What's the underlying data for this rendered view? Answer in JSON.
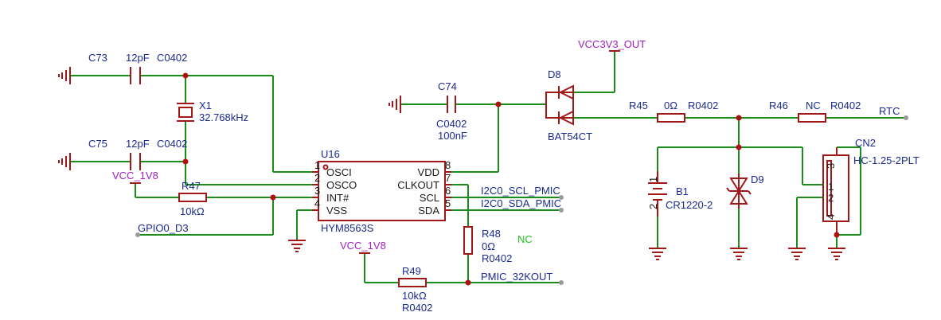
{
  "components": {
    "c73": {
      "ref": "C73",
      "value": "12pF",
      "footprint": "C0402"
    },
    "c75": {
      "ref": "C75",
      "value": "12pF",
      "footprint": "C0402"
    },
    "c74": {
      "ref": "C74",
      "footprint": "C0402",
      "value": "100nF"
    },
    "x1": {
      "ref": "X1",
      "value": "32.768kHz"
    },
    "r47": {
      "ref": "R47",
      "value": "10kΩ"
    },
    "r48": {
      "ref": "R48",
      "value": "0Ω",
      "footprint": "R0402",
      "note": "NC"
    },
    "r49": {
      "ref": "R49",
      "value": "10kΩ",
      "footprint": "R0402"
    },
    "u16": {
      "ref": "U16",
      "part": "HYM8563S",
      "left_pins": [
        {
          "num": "1",
          "name": "OSCI"
        },
        {
          "num": "2",
          "name": "OSCO"
        },
        {
          "num": "3",
          "name": "INT#"
        },
        {
          "num": "4",
          "name": "VSS"
        }
      ],
      "right_pins": [
        {
          "num": "8",
          "name": "VDD"
        },
        {
          "num": "7",
          "name": "CLKOUT"
        },
        {
          "num": "6",
          "name": "SCL"
        },
        {
          "num": "5",
          "name": "SDA"
        }
      ]
    },
    "d8": {
      "ref": "D8",
      "part": "BAT54CT"
    },
    "r45": {
      "ref": "R45",
      "value": "0Ω",
      "footprint": "R0402"
    },
    "r46": {
      "ref": "R46",
      "value": "NC",
      "footprint": "R0402"
    },
    "b1": {
      "ref": "B1",
      "part": "CR1220-2",
      "pin1": "1",
      "pin2": "2"
    },
    "d9": {
      "ref": "D9"
    },
    "cn2": {
      "ref": "CN2",
      "part": "HC-1.25-2PLT",
      "pins": [
        "1",
        "2",
        "3",
        "4"
      ]
    }
  },
  "nets": {
    "vcc_1v8_a": "VCC_1V8",
    "vcc_1v8_b": "VCC_1V8",
    "vcc3v3_out": "VCC3V3_OUT",
    "gpio": "GPIO0_D3",
    "scl": "I2C0_SCL_PMIC",
    "sda": "I2C0_SDA_PMIC",
    "pmic_32k": "PMIC_32KOUT",
    "rtc": "RTC"
  },
  "colors": {
    "wire": "#1a8c1a",
    "body": "#a01818",
    "net_label": "#1a2a90",
    "power_label": "#a020c0",
    "nc_note": "#1ec41e"
  }
}
